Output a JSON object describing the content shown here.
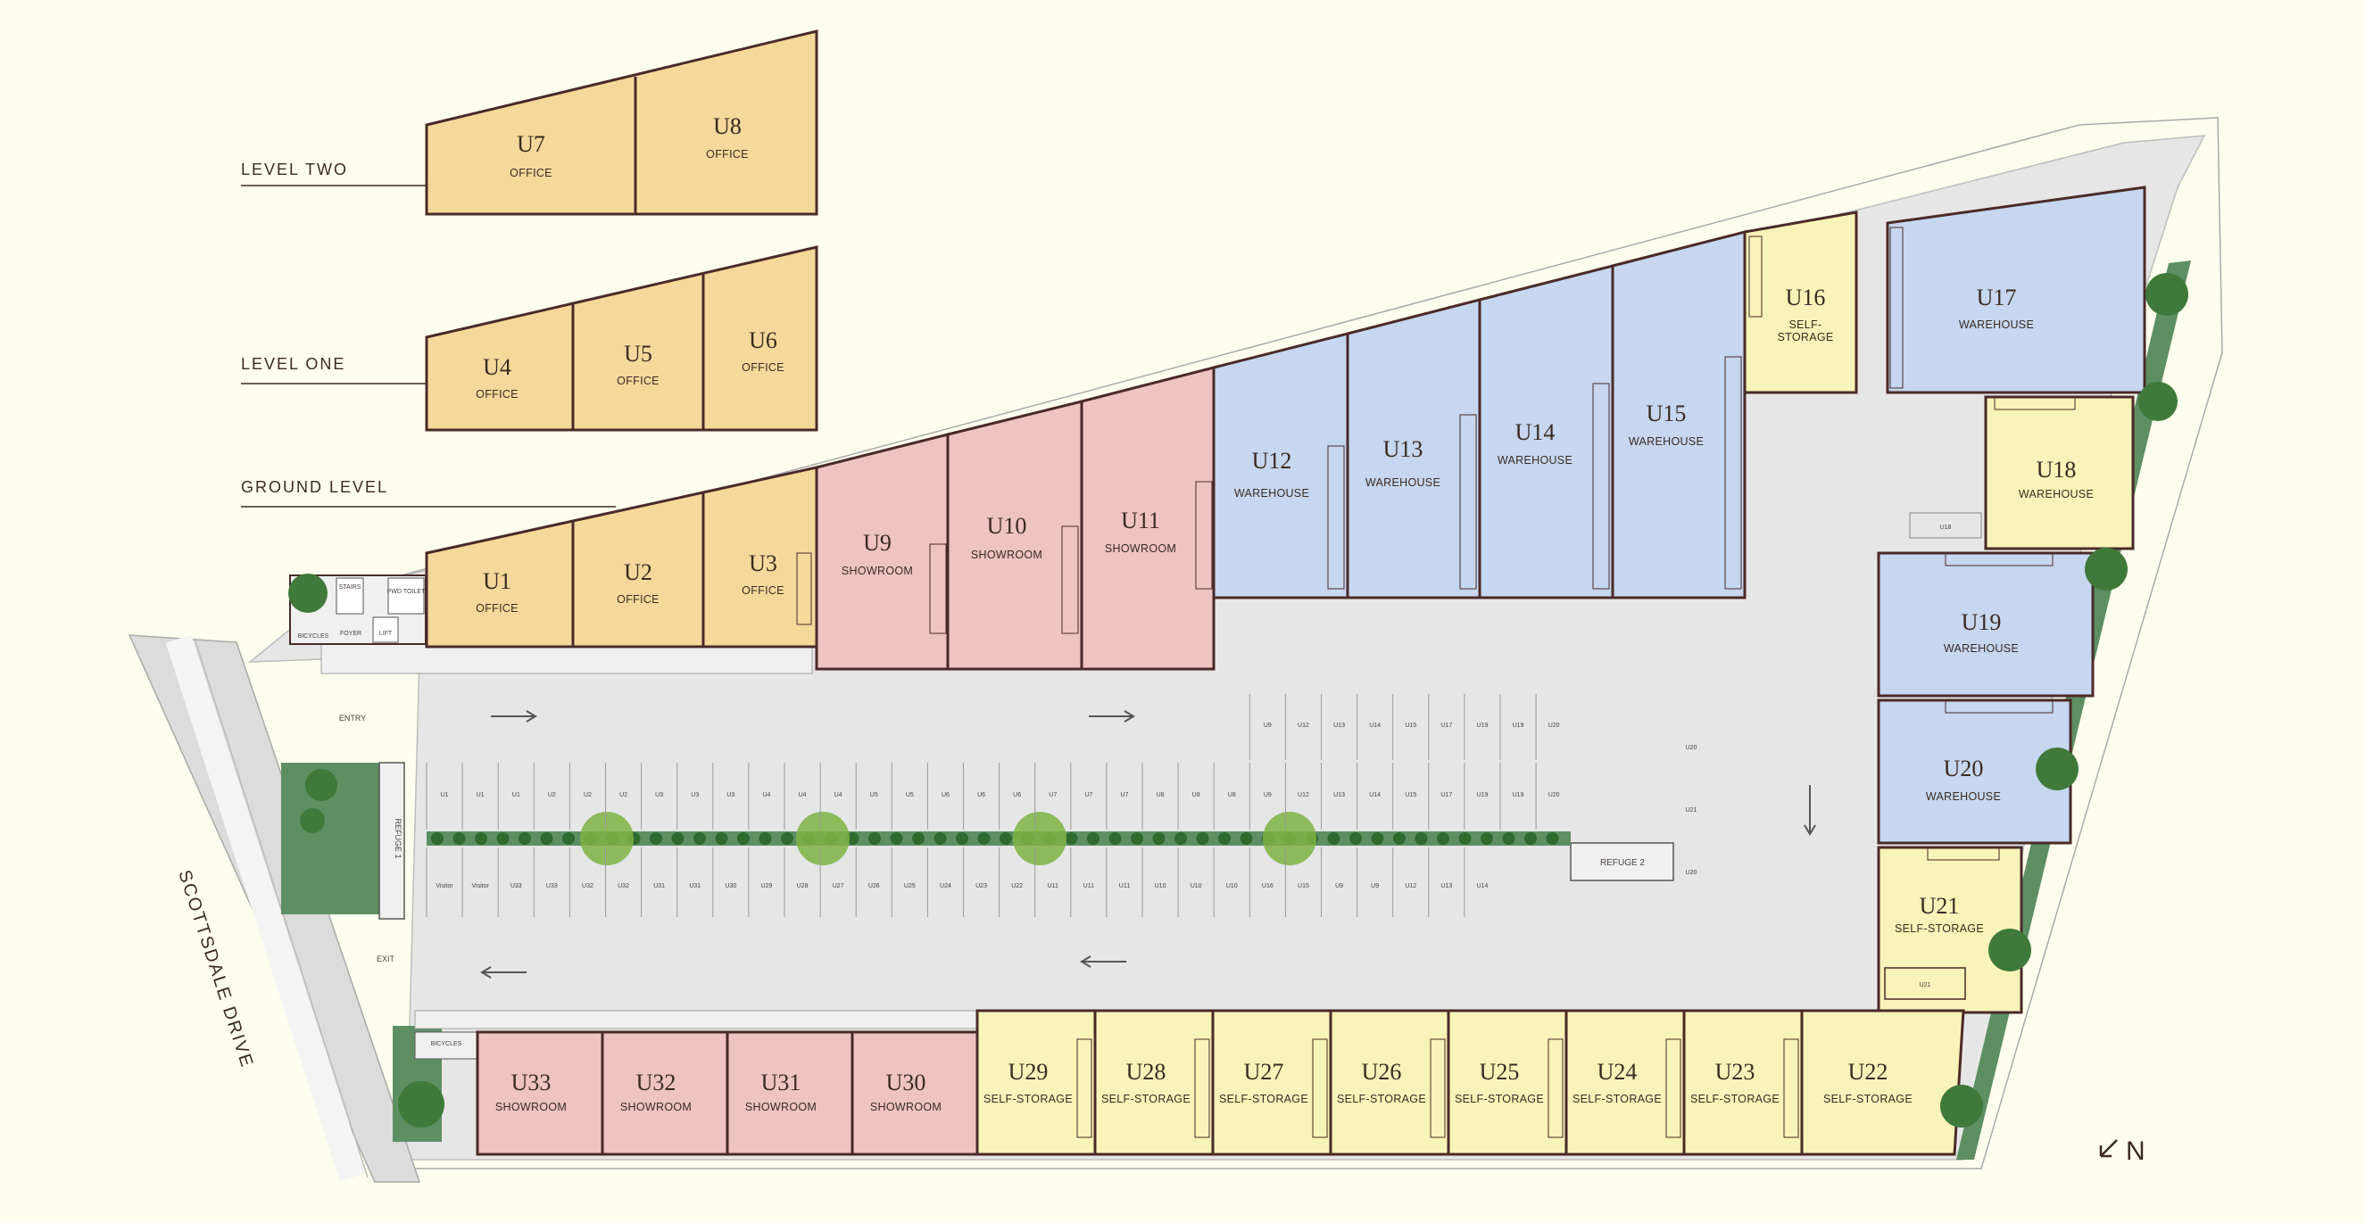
{
  "levels": {
    "level_two": "LEVEL TWO",
    "level_one": "LEVEL ONE",
    "ground": "GROUND LEVEL"
  },
  "street": "SCOTTSDALE DRIVE",
  "compass": "N",
  "colors": {
    "office": "#f6d89b",
    "showroom": "#efc3c0",
    "warehouse": "#c6d7ef",
    "storage": "#f8f3b8",
    "ground": "#e6e6e6",
    "wall": "#4a2a28",
    "green": "#5d8f63",
    "bg": "#fefeee"
  },
  "labels": {
    "entry": "ENTRY",
    "exit": "EXIT",
    "refuge1": "REFUGE 1",
    "refuge2": "REFUGE 2",
    "bicycles_top": "BICYCLES",
    "bicycles_bottom": "BICYCLES",
    "stairs": "STAIRS",
    "foyer": "FOYER",
    "lift": "LIFT",
    "pwd_toilet": "PWD TOILET",
    "u18_tag": "U18",
    "u21_tag": "U21"
  },
  "units": {
    "u7": {
      "number": "U7",
      "type": "OFFICE"
    },
    "u8": {
      "number": "U8",
      "type": "OFFICE"
    },
    "u4": {
      "number": "U4",
      "type": "OFFICE"
    },
    "u5": {
      "number": "U5",
      "type": "OFFICE"
    },
    "u6": {
      "number": "U6",
      "type": "OFFICE"
    },
    "u1": {
      "number": "U1",
      "type": "OFFICE"
    },
    "u2": {
      "number": "U2",
      "type": "OFFICE"
    },
    "u3": {
      "number": "U3",
      "type": "OFFICE"
    },
    "u9": {
      "number": "U9",
      "type": "SHOWROOM"
    },
    "u10": {
      "number": "U10",
      "type": "SHOWROOM"
    },
    "u11": {
      "number": "U11",
      "type": "SHOWROOM"
    },
    "u12": {
      "number": "U12",
      "type": "WAREHOUSE"
    },
    "u13": {
      "number": "U13",
      "type": "WAREHOUSE"
    },
    "u14": {
      "number": "U14",
      "type": "WAREHOUSE"
    },
    "u15": {
      "number": "U15",
      "type": "WAREHOUSE"
    },
    "u16": {
      "number": "U16",
      "type1": "SELF-",
      "type2": "STORAGE"
    },
    "u17": {
      "number": "U17",
      "type": "WAREHOUSE"
    },
    "u18": {
      "number": "U18",
      "type": "WAREHOUSE"
    },
    "u19": {
      "number": "U19",
      "type": "WAREHOUSE"
    },
    "u20": {
      "number": "U20",
      "type": "WAREHOUSE"
    },
    "u21": {
      "number": "U21",
      "type": "SELF-STORAGE"
    },
    "u22": {
      "number": "U22",
      "type": "SELF-STORAGE"
    },
    "u23": {
      "number": "U23",
      "type": "SELF-STORAGE"
    },
    "u24": {
      "number": "U24",
      "type": "SELF-STORAGE"
    },
    "u25": {
      "number": "U25",
      "type": "SELF-STORAGE"
    },
    "u26": {
      "number": "U26",
      "type": "SELF-STORAGE"
    },
    "u27": {
      "number": "U27",
      "type": "SELF-STORAGE"
    },
    "u28": {
      "number": "U28",
      "type": "SELF-STORAGE"
    },
    "u29": {
      "number": "U29",
      "type": "SELF-STORAGE"
    },
    "u30": {
      "number": "U30",
      "type": "SHOWROOM"
    },
    "u31": {
      "number": "U31",
      "type": "SHOWROOM"
    },
    "u32": {
      "number": "U32",
      "type": "SHOWROOM"
    },
    "u33": {
      "number": "U33",
      "type": "SHOWROOM"
    }
  },
  "parking": {
    "row_upper_top": [
      "U9",
      "U12",
      "U13",
      "U14",
      "U15",
      "U17",
      "U19",
      "U19",
      "U20"
    ],
    "row_upper": [
      "U1",
      "U1",
      "U1",
      "U2",
      "U2",
      "U2",
      "U3",
      "U3",
      "U3",
      "U4",
      "U4",
      "U4",
      "U5",
      "U5",
      "U6",
      "U6",
      "U6",
      "U7",
      "U7",
      "U7",
      "U8",
      "U8",
      "U8",
      "U9",
      "U12",
      "U13",
      "U14",
      "U15",
      "U17",
      "U19",
      "U19",
      "U20"
    ],
    "row_lower": [
      "Visitor",
      "Visitor",
      "U33",
      "U33",
      "U32",
      "U32",
      "U31",
      "U31",
      "U30",
      "U29",
      "U28",
      "U27",
      "U26",
      "U25",
      "U24",
      "U23",
      "U22",
      "U11",
      "U11",
      "U11",
      "U10",
      "U10",
      "U10",
      "U16",
      "U15",
      "U9",
      "U9",
      "U12",
      "U13",
      "U14"
    ],
    "side": [
      "U20",
      "U21",
      "U20"
    ]
  }
}
